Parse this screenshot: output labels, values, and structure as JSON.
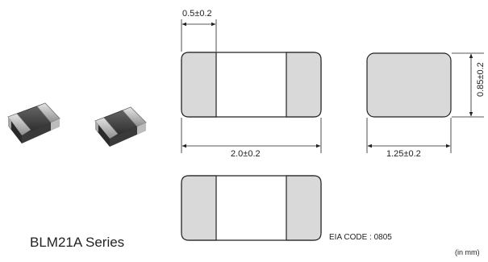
{
  "series_name": "BLM21A Series",
  "eia_code": "EIA CODE : 0805",
  "units": "(in mm)",
  "dimensions": {
    "electrode_width": "0.5±0.2",
    "length": "2.0±0.2",
    "width": "1.25±0.2",
    "thickness": "0.85±0.2"
  },
  "colors": {
    "electrode": "#d9d9d9",
    "body": "#ffffff",
    "outline": "#222222",
    "chip_body": "#3c3c3c",
    "chip_terminal": "#b9b9b9"
  }
}
